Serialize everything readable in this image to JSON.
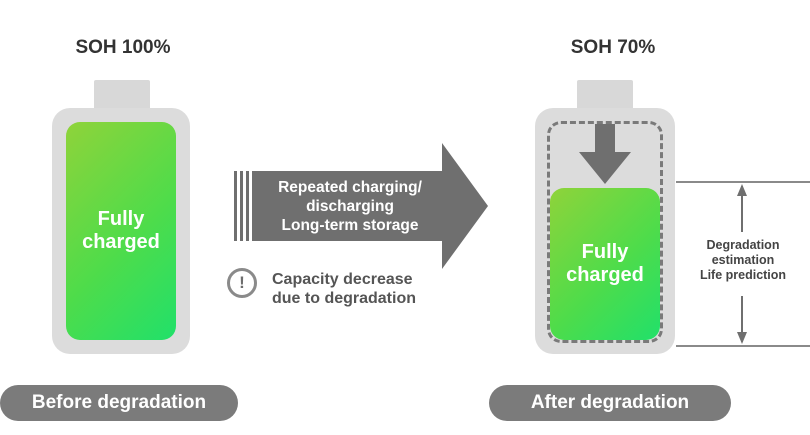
{
  "before": {
    "soh_label": "SOH 100%",
    "battery_label_line1": "Fully",
    "battery_label_line2": "charged",
    "stage_label": "Before degradation"
  },
  "process": {
    "line1": "Repeated charging/",
    "line2": "discharging",
    "line3": "Long-term storage",
    "caution_icon": "!",
    "caution_line1": "Capacity decrease",
    "caution_line2": "due to degradation"
  },
  "after": {
    "soh_label": "SOH 70%",
    "battery_label_line1": "Fully",
    "battery_label_line2": "charged",
    "stage_label": "After degradation",
    "capacity_fraction": 0.7
  },
  "estimation": {
    "line1": "Degradation",
    "line2": "estimation",
    "line3": "Life prediction"
  },
  "colors": {
    "battery_shell": "#dcdcdc",
    "charge_green": "#4fdc4a",
    "arrow_gray": "#6f6f6f",
    "pill_gray": "#7b7b7b"
  },
  "icons": [
    "exclamation-circle-icon",
    "down-arrow-icon",
    "process-arrow-icon"
  ]
}
